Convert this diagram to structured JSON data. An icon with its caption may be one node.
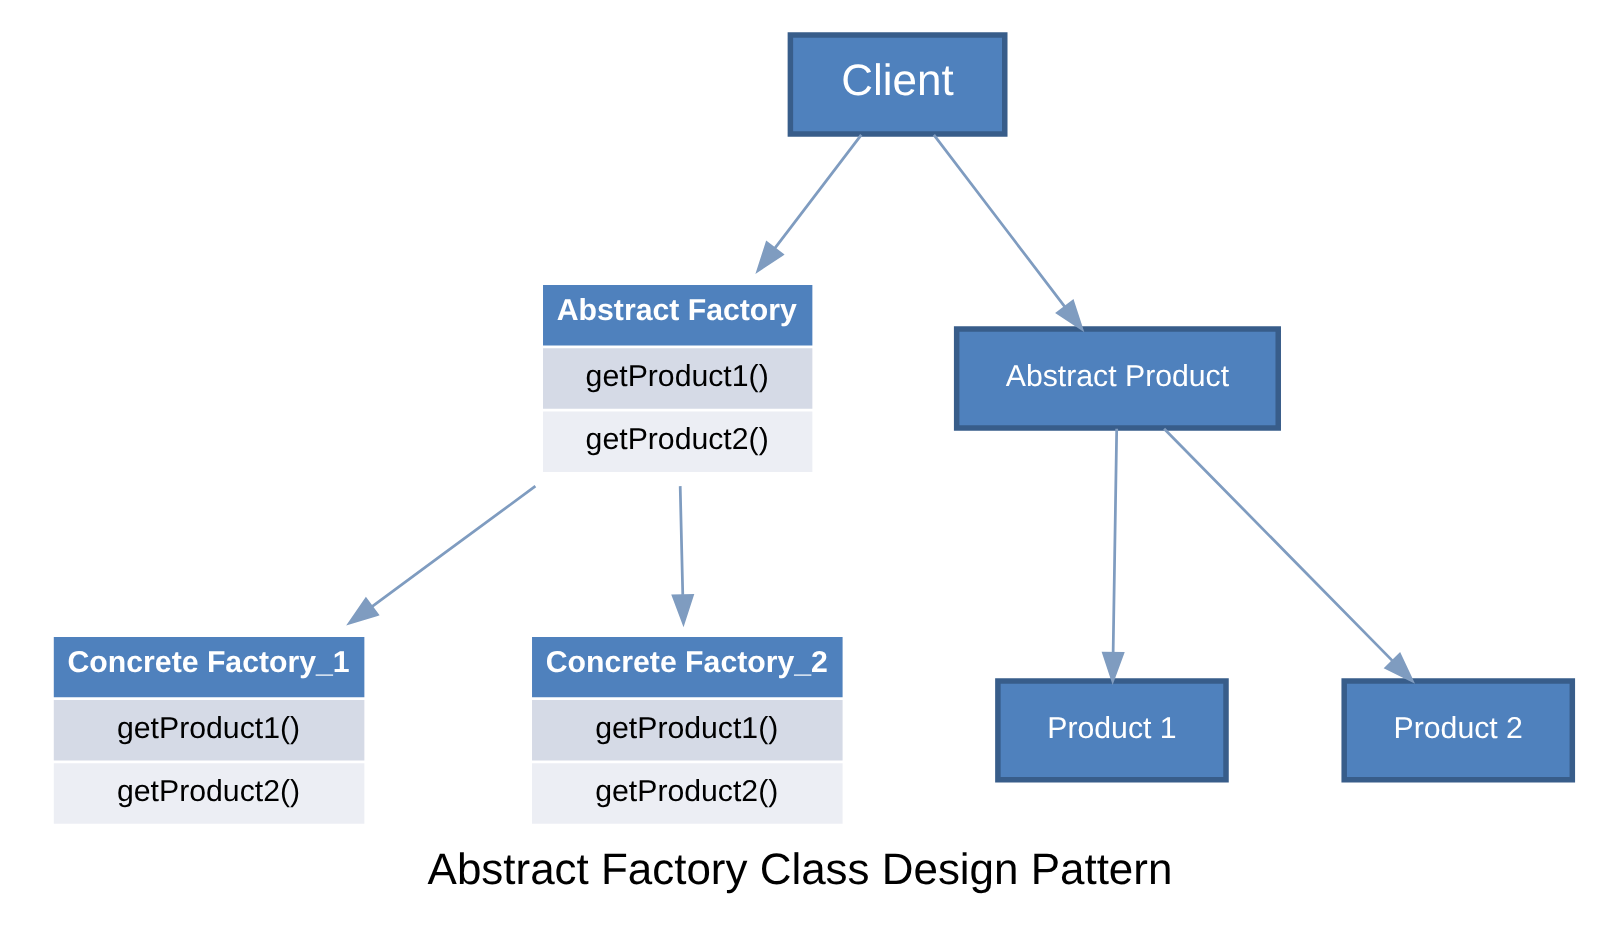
{
  "diagram": {
    "caption": "Abstract Factory Class Design Pattern",
    "nodes": [
      {
        "text": [
          "Client"
        ]
      },
      {
        "text": [
          "Abstract Factory",
          "getProduct1()",
          "getProduct2()"
        ]
      },
      {
        "text": [
          "Concrete Factory_1",
          "getProduct1()",
          "getProduct2()"
        ]
      },
      {
        "text": [
          "Concrete Factory_2",
          "getProduct1()",
          "getProduct2()"
        ]
      },
      {
        "text": [
          "Abstract Product"
        ]
      },
      {
        "text": [
          "Product 1"
        ]
      },
      {
        "text": [
          "Product 2"
        ]
      }
    ],
    "edges": [
      {
        "from": 0,
        "to": 1,
        "arrow": "to"
      },
      {
        "from": 0,
        "to": 4,
        "arrow": "to"
      },
      {
        "from": 1,
        "to": 2,
        "arrow": "to"
      },
      {
        "from": 1,
        "to": 3,
        "arrow": "to"
      },
      {
        "from": 4,
        "to": 5,
        "arrow": "to"
      },
      {
        "from": 4,
        "to": 6,
        "arrow": "to"
      }
    ]
  }
}
